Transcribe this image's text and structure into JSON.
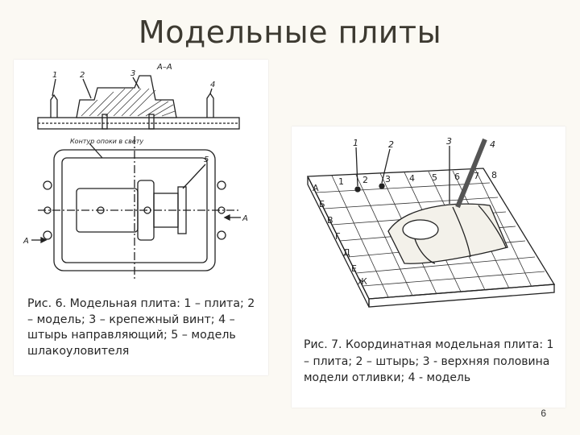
{
  "slide": {
    "title": "Модельные плиты",
    "page_number": "6"
  },
  "figure6": {
    "caption": "Рис. 6. Модельная плита: 1 – плита; 2 – модель; 3 – крепежный винт; 4 – штырь направляющий; 5 – модель шлакоуловителя",
    "section_label": "А–А",
    "callouts": [
      "1",
      "2",
      "3",
      "4",
      "5"
    ],
    "side_label_left": "А",
    "side_label_right": "А",
    "contour_label": "Контур опоки в свету"
  },
  "figure7": {
    "caption": "Рис. 7. Координатная модельная плита: 1 – плита; 2 – штырь; 3 - верхняя половина модели отливки; 4 - модель",
    "callouts": [
      "1",
      "2",
      "3",
      "4"
    ],
    "grid_row_labels": [
      "А",
      "Б",
      "В",
      "Г",
      "Д",
      "Е",
      "Ж"
    ],
    "grid_col_labels": [
      "1",
      "2",
      "3",
      "4",
      "5",
      "6",
      "7",
      "8"
    ]
  }
}
